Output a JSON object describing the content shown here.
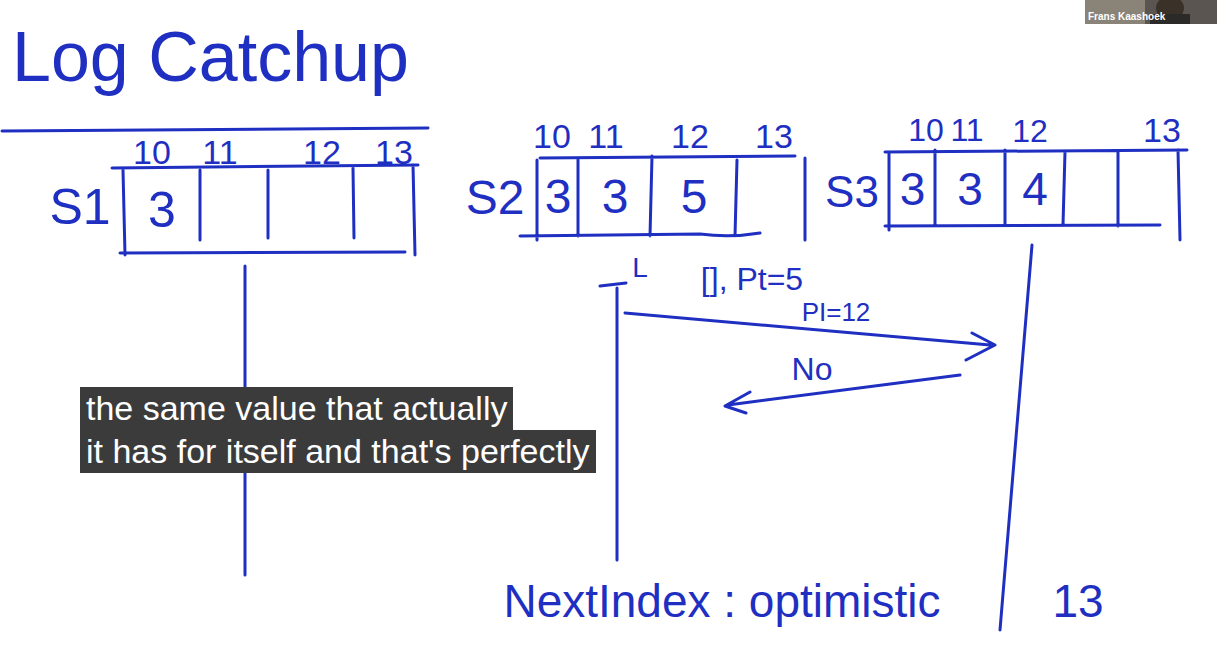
{
  "diagram": {
    "title": "Log Catchup",
    "nodes": [
      {
        "text": [
          "S1"
        ]
      },
      {
        "text": [
          "3"
        ],
        "in": 0
      },
      {
        "text": [
          "S2"
        ]
      },
      {
        "text": [
          "3"
        ],
        "in": 2
      },
      {
        "text": [
          "3"
        ],
        "in": 2
      },
      {
        "text": [
          "5"
        ],
        "in": 2
      },
      {
        "text": [
          "S3"
        ]
      },
      {
        "text": [
          "3"
        ],
        "in": 6
      },
      {
        "text": [
          "3"
        ],
        "in": 6
      },
      {
        "text": [
          "4"
        ],
        "in": 6
      },
      {
        "text": [
          "the same value that actually"
        ]
      },
      {
        "text": [
          "it has for itself and that's perfectly"
        ]
      },
      {
        "text": [
          "Frans Kaashoek"
        ]
      }
    ],
    "labels": [
      "10",
      "11",
      "12",
      "13",
      "10",
      "11",
      "12",
      "13",
      "10",
      "11",
      "12",
      "13",
      "L",
      "[], Pt=5",
      "PI=12",
      "No",
      "NextIndex : optimistic",
      "13"
    ]
  }
}
